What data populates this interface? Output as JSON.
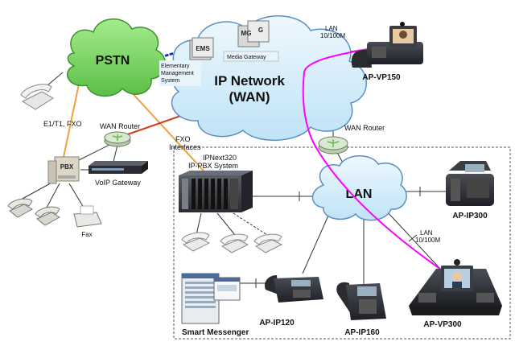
{
  "labels": {
    "pstn": "PSTN",
    "ip_network_line1": "IP Network",
    "ip_network_line2": "(WAN)",
    "lan": "LAN",
    "lan_link_top_line1": "LAN",
    "lan_link_top_line2": "10/100M",
    "lan_link_bottom_line1": "LAN",
    "lan_link_bottom_line2": "10/100M",
    "ems_box": "EMS",
    "ems_line1": "Elementary",
    "ems_line2": "Management",
    "ems_line3": "System",
    "mg_box1": "MG",
    "mg_box2": "G",
    "media_gateway": "Media Gateway",
    "ap_vp150": "AP-VP150",
    "e1_t1_fxo": "E1/T1, FXO",
    "wan_router_left": "WAN Router",
    "wan_router_right": "WAN Router",
    "fxo_line1": "FXO",
    "fxo_line2": "Interfaces",
    "ipnext_line1": "IPNext320",
    "ipnext_line2": "IP-PBX System",
    "pbx": "PBX",
    "voip_gateway": "VoIP Gateway",
    "fax": "Fax",
    "ap_ip300": "AP-IP300",
    "smart_messenger": "Smart Messenger",
    "ap_ip120": "AP-IP120",
    "ap_ip160": "AP-IP160",
    "ap_vp300": "AP-VP300"
  },
  "colors": {
    "cloud_fill": "#d6eefa",
    "cloud_stroke": "#5b8fc4",
    "pstn_fill": "#7fd66a",
    "pstn_stroke": "#3e8f2e",
    "orange_link": "#f0a040",
    "red_link": "#d04020",
    "magenta_link": "#ff00ff",
    "dotted_link": "#1a2fbf",
    "router_fill": "#d9e8d0",
    "router_arrows": "#6ab84a"
  }
}
